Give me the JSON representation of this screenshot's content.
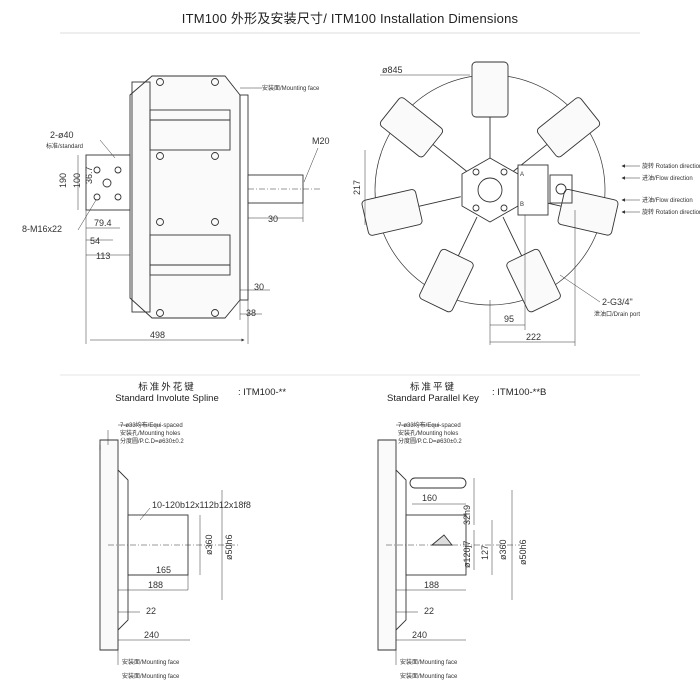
{
  "title": "ITM100 外形及安装尺寸/ ITM100 Installation Dimensions",
  "sections": {
    "spline": {
      "cn": "标准外花键",
      "en": "Standard Involute Spline",
      "code": ": ITM100-**"
    },
    "key": {
      "cn": "标准平键",
      "en": "Standard Parallel Key",
      "code": ": ITM100-**B"
    }
  },
  "side_view": {
    "mounting_face": "安装面/Mounting face",
    "holes": "2-ø40",
    "holes_note": "标准/standard",
    "thread": "8-M16x22",
    "shaft_thread": "M20",
    "dims": [
      "190",
      "100",
      "36.7",
      "79.4",
      "54",
      "113",
      "30",
      "30",
      "38",
      "498"
    ]
  },
  "front_view": {
    "diameter": "ø845",
    "height": "217",
    "port_a": "A",
    "port_b": "B",
    "rotation_1": "旋转 Rotation direction",
    "flow_1": "进油/Flow direction",
    "flow_2": "进油/Flow direction",
    "rotation_2": "旋转 Rotation direction",
    "drain": "2-G3/4\"",
    "drain_note": "泄油口/Drain port",
    "dims": [
      "95",
      "222"
    ]
  },
  "spline_view": {
    "spaced": "7-ø33均布/Equi-spaced",
    "mounting_holes": "安装孔/Mounting holes",
    "pcd": "分度圆/P.C.D=ø630±0.2",
    "spline_spec": "10-120b12x112b12x18f8",
    "dims": [
      "ø360",
      "ø50h6",
      "165",
      "188",
      "22",
      "240"
    ],
    "mounting_face": "安装面/Mounting face"
  },
  "key_view": {
    "spaced": "7-ø33均布/Equi-spaced",
    "mounting_holes": "安装孔/Mounting holes",
    "pcd": "分度圆/P.C.D=ø630±0.2",
    "dims": [
      "160",
      "32h9",
      "ø120j7",
      "127",
      "ø360",
      "ø50h6",
      "188",
      "22",
      "240"
    ],
    "mounting_face": "安装面/Mounting face"
  }
}
